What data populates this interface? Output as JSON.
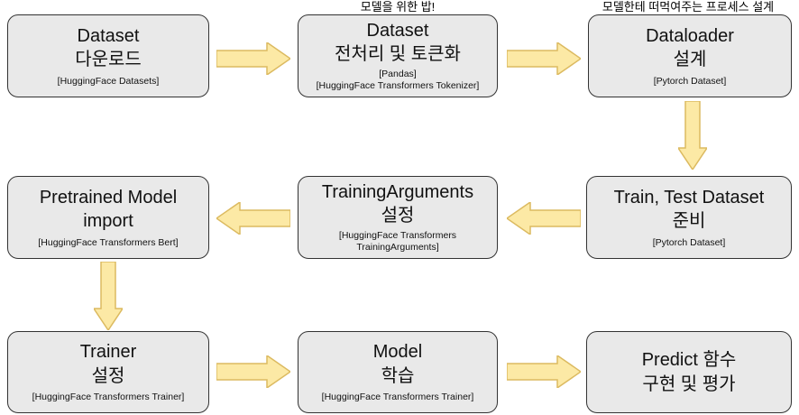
{
  "annotations": {
    "preprocess_note": "모델을 위한 밥!",
    "dataloader_note": "모델한테 떠먹여주는 프로세스 설계"
  },
  "boxes": [
    {
      "title1": "Dataset",
      "title2": "다운로드",
      "sub1": "[HuggingFace Datasets]"
    },
    {
      "title1": "Dataset",
      "title2": "전처리 및 토큰화",
      "sub1": "[Pandas]",
      "sub2": "[HuggingFace Transformers Tokenizer]"
    },
    {
      "title1": "Dataloader",
      "title2": "설계",
      "sub1": "[Pytorch Dataset]"
    },
    {
      "title1": "Train, Test Dataset",
      "title2": "준비",
      "sub1": "[Pytorch Dataset]"
    },
    {
      "title1": "TrainingArguments",
      "title2": "설정",
      "sub1": "[HuggingFace Transformers",
      "sub2": "TrainingArguments]"
    },
    {
      "title1": "Pretrained Model",
      "title2": "import",
      "sub1": "[HuggingFace Transformers Bert]"
    },
    {
      "title1": "Trainer",
      "title2": "설정",
      "sub1": "[HuggingFace Transformers Trainer]"
    },
    {
      "title1": "Model",
      "title2": "학습",
      "sub1": "[HuggingFace Transformers Trainer]"
    },
    {
      "title1": "Predict 함수",
      "title2": "구현 및 평가"
    }
  ],
  "colors": {
    "box_fill": "#e9e9e9",
    "box_border": "#333333",
    "arrow_fill": "#fce9a5",
    "arrow_border": "#dcba60",
    "text": "#111111"
  }
}
